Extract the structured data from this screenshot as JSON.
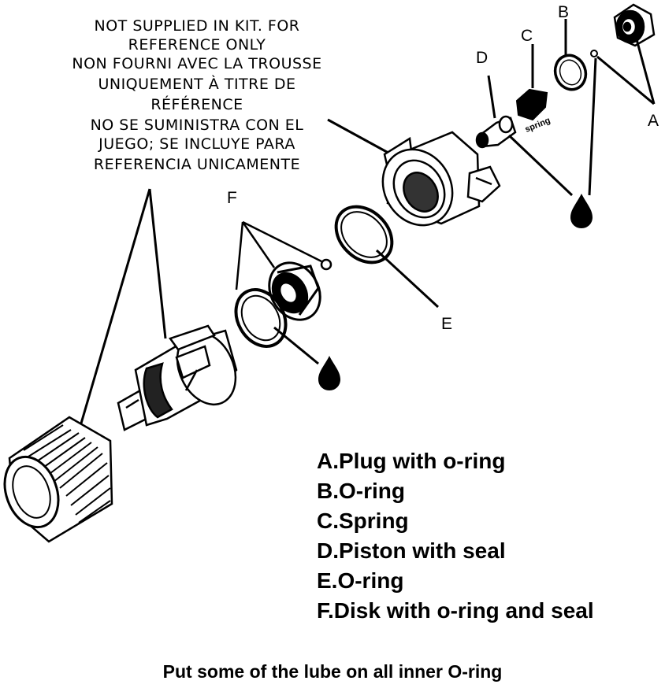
{
  "note": {
    "lines": [
      "NOT SUPPLIED IN KIT. FOR",
      "REFERENCE ONLY",
      "NON FOURNI AVEC LA TROUSSE",
      "UNIQUEMENT À TITRE DE",
      "RÉFÉRENCE",
      "NO SE SUMINISTRA CON EL",
      "JUEGO; SE INCLUYE PARA",
      "REFERENCIA UNICAMENTE"
    ]
  },
  "labels": {
    "a": "A",
    "b": "B",
    "c": "C",
    "d": "D",
    "e": "E",
    "f": "F",
    "spring": "spring"
  },
  "legend": {
    "items": [
      "A.Plug with o-ring",
      "B.O-ring",
      "C.Spring",
      "D.Piston with seal",
      "E.O-ring",
      "F.Disk with o-ring and seal"
    ]
  },
  "footer": "Put some of the lube on all inner O-ring",
  "icons": {
    "lube_drop": "lube-drop-icon",
    "handle": "handle-icon",
    "cartridge": "cartridge-icon",
    "housing": "housing-icon",
    "plug": "plug-icon"
  }
}
